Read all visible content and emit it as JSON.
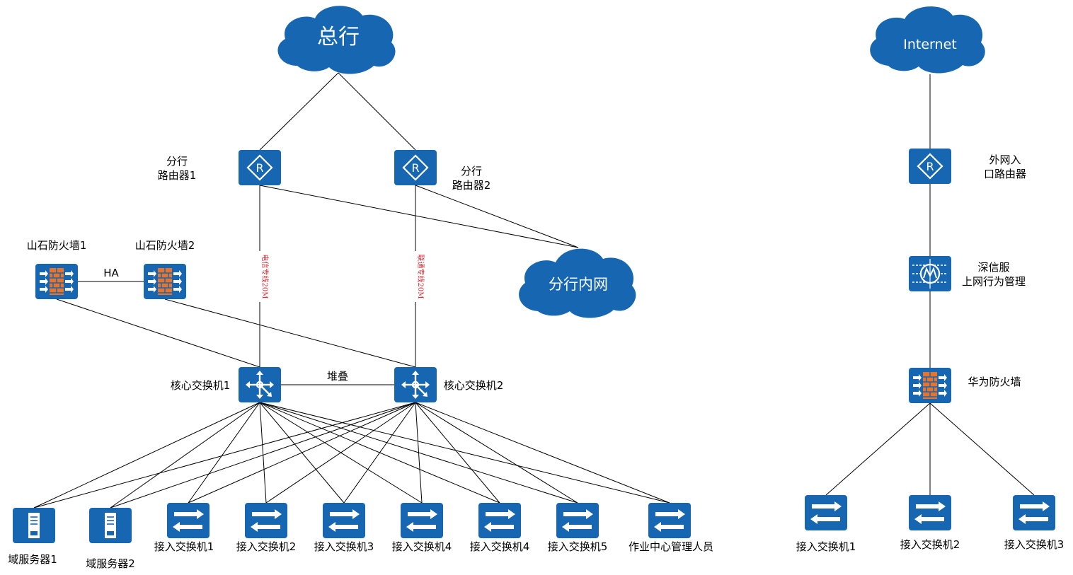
{
  "colors": {
    "device": "#1766b2",
    "cloud": "#1766b2",
    "firewall_brick": "#e8742c",
    "wire": "#000000",
    "link_label": "#e0282e"
  },
  "clouds": {
    "hq": "总行",
    "internet": "Internet",
    "branch_lan": "分行内网"
  },
  "routers": {
    "r1": "分行\n路由器1",
    "r2": "分行\n路由器2",
    "ext": "外网入\n口路由器"
  },
  "firewalls": {
    "fw1": "山石防火墙1",
    "fw2": "山石防火墙2",
    "huawei": "华为防火墙"
  },
  "behavior_mgmt": "深信服\n上网行为管理",
  "core": {
    "c1": "核心交换机1",
    "c2": "核心交换机2"
  },
  "links": {
    "ha": "HA",
    "stack": "堆叠",
    "telecom": "电信专线20M",
    "unicom": "联通专线20M"
  },
  "servers": [
    "域服务器1",
    "域服务器2"
  ],
  "access_left": [
    "接入交换机1",
    "接入交换机2",
    "接入交换机3",
    "接入交换机4",
    "接入交换机4",
    "接入交换机5",
    "作业中心管理人员"
  ],
  "access_right": [
    "接入交换机1",
    "接入交换机2",
    "接入交换机3"
  ],
  "icons": {
    "router": "router-icon",
    "firewall": "firewall-icon",
    "switch": "switch-icon",
    "core_switch": "core-switch-icon",
    "server": "server-icon",
    "behavior": "behavior-mgmt-icon",
    "cloud": "cloud-icon"
  }
}
